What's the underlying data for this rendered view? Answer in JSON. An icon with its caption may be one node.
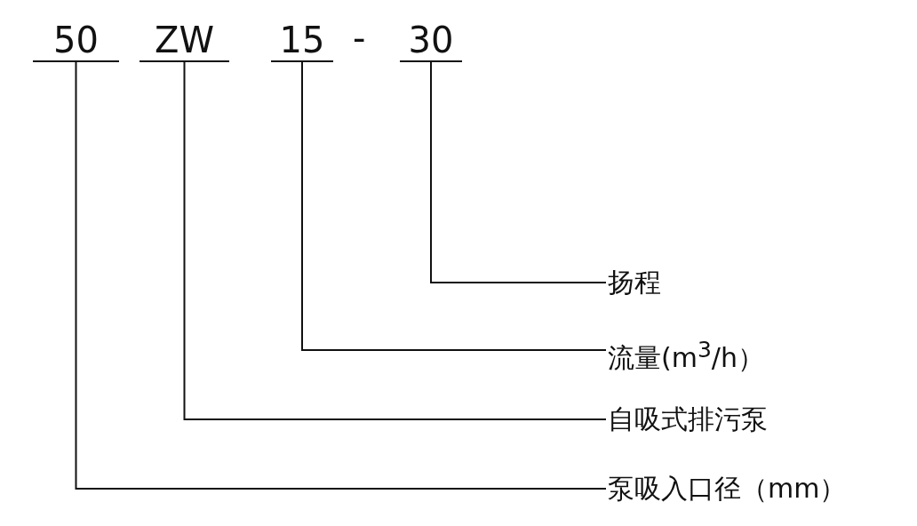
{
  "diagram": {
    "nodes": [
      {
        "text": [
          "50"
        ]
      },
      {
        "text": [
          "ZW"
        ]
      },
      {
        "text": [
          "15"
        ]
      },
      {
        "text": [
          "30"
        ]
      },
      {
        "text": [
          "扬程"
        ]
      },
      {
        "text": [
          "流量(m$^{3}$/h）"
        ]
      },
      {
        "text": [
          "自吸式排污泵"
        ]
      },
      {
        "text": [
          "泵吸入口径（mm）"
        ]
      }
    ],
    "edges": [
      {
        "from": 3,
        "to": 4,
        "arrow": "none"
      },
      {
        "from": 2,
        "to": 5,
        "arrow": "none"
      },
      {
        "from": 1,
        "to": 6,
        "arrow": "none"
      },
      {
        "from": 0,
        "to": 7,
        "arrow": "none"
      }
    ],
    "labels": [
      "-"
    ]
  }
}
